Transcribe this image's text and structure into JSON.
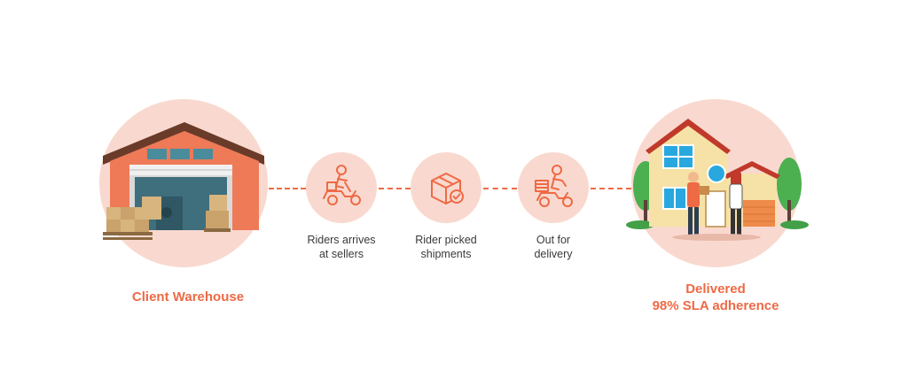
{
  "accent_color": "#ee6a45",
  "circle_color": "#f9d9cf",
  "start": {
    "label": "Client Warehouse",
    "icon": "warehouse-icon"
  },
  "steps": [
    {
      "label": "Riders arrives\nat sellers",
      "icon": "scooter-rider-icon"
    },
    {
      "label": "Rider picked\nshipments",
      "icon": "package-check-icon"
    },
    {
      "label": "Out for\ndelivery",
      "icon": "delivery-scooter-icon"
    }
  ],
  "end": {
    "label": "Delivered\n98% SLA adherence",
    "icon": "house-delivery-icon"
  }
}
